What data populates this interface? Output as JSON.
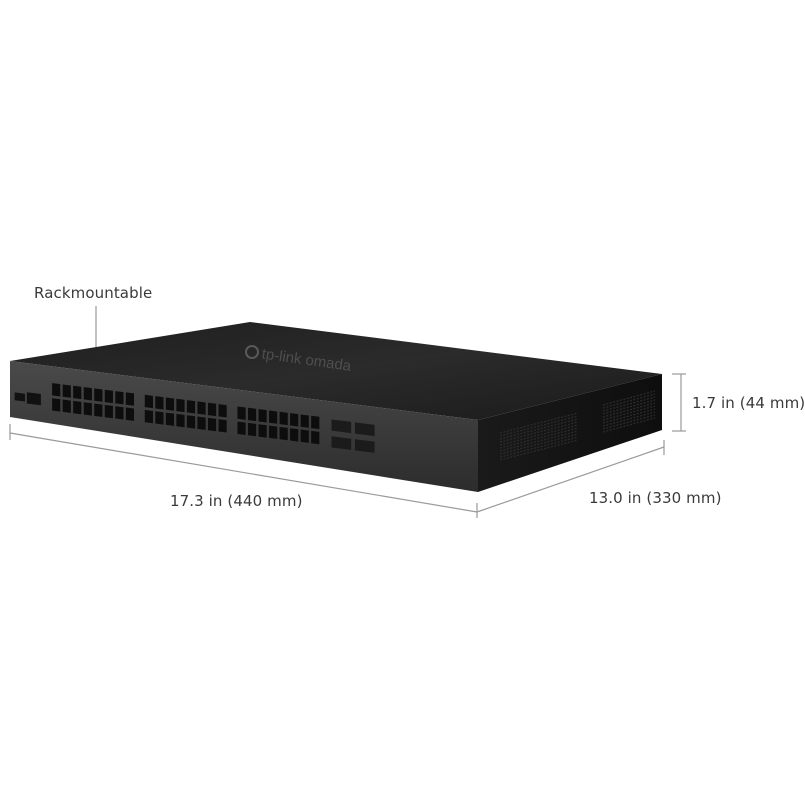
{
  "labels": {
    "rackmountable": "Rackmountable",
    "height": "1.7 in (44 mm)",
    "width": "17.3 in (440 mm)",
    "depth": "13.0  in (330 mm)"
  },
  "device": {
    "brand_logo": "tp-link omada",
    "rj45_ports": 48,
    "sfp_ports": 4
  },
  "colors": {
    "chassis_top": "#262626",
    "chassis_front": "#3a3a3a",
    "chassis_side": "#161616",
    "dimension_line": "#9a9a9a"
  }
}
